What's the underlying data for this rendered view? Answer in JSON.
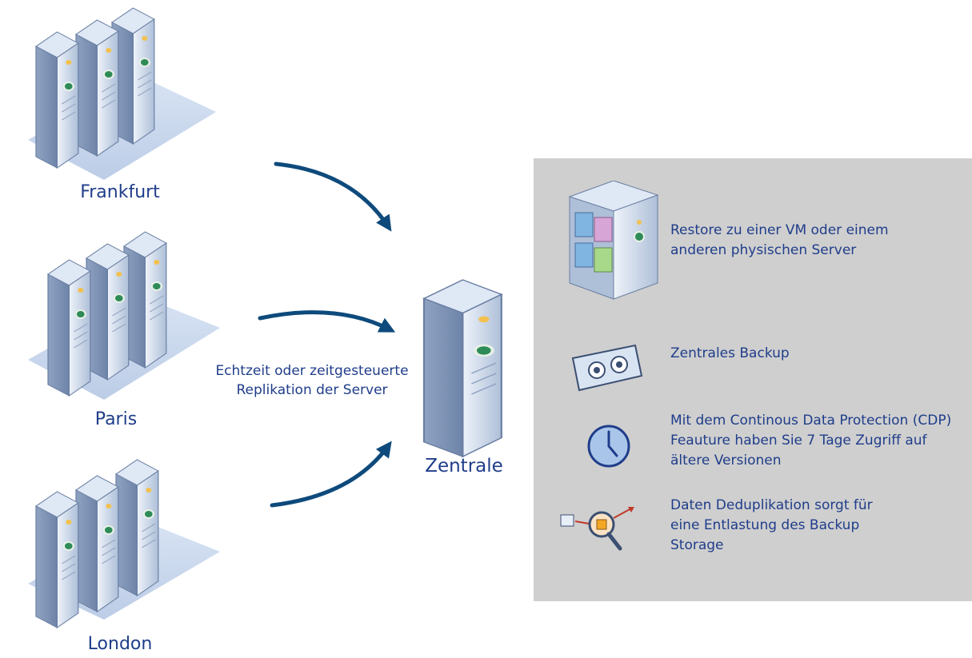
{
  "sites": [
    {
      "name": "Frankfurt"
    },
    {
      "name": "Paris"
    },
    {
      "name": "London"
    }
  ],
  "replication_caption": "Echtzeit oder zeitgesteuerte Replikation der Server",
  "central": {
    "name": "Zentrale"
  },
  "features": [
    {
      "icon": "virtual-machine-server-icon",
      "text": "Restore zu einer VM oder einem anderen physischen Server"
    },
    {
      "icon": "backup-tape-icon",
      "text": "Zentrales Backup"
    },
    {
      "icon": "clock-icon",
      "text": "Mit dem Continous Data Protection (CDP) Feauture haben Sie 7 Tage Zugriff auf ältere Versionen"
    },
    {
      "icon": "deduplication-magnifier-icon",
      "text": "Daten Deduplikation sorgt für eine Entlastung des Backup Storage"
    }
  ],
  "colors": {
    "text": "#1f3d8a",
    "arrow": "#0e4a7c",
    "panel": "#cfcfcf",
    "server_body": "#c9d7ea"
  }
}
